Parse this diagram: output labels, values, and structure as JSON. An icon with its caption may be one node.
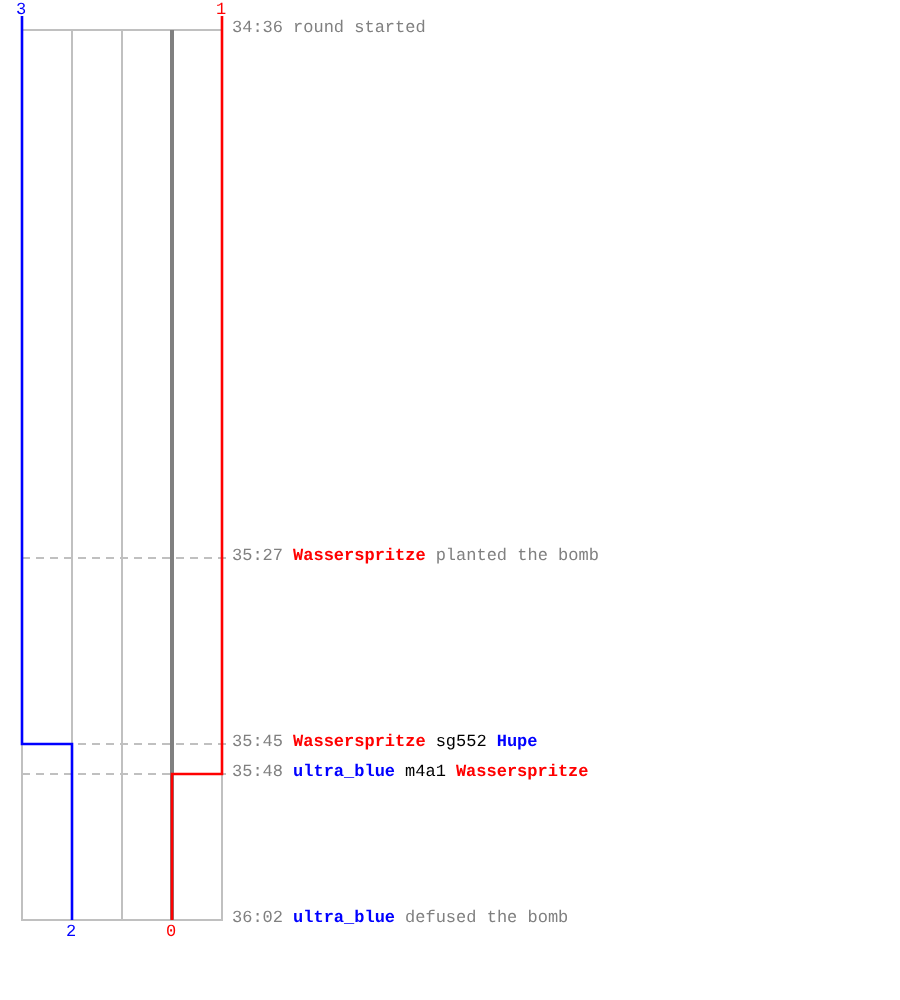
{
  "diagram": {
    "labels": [
      "3",
      "1",
      "34:36",
      "round started",
      "35:27",
      "Wasserspritze",
      "planted the bomb",
      "35:45",
      "Wasserspritze",
      "sg552",
      "Hupe",
      "35:48",
      "ultra_blue",
      "m4a1",
      "Wasserspritze",
      "36:02",
      "ultra_blue",
      "defused the bomb",
      "2",
      "0"
    ]
  }
}
